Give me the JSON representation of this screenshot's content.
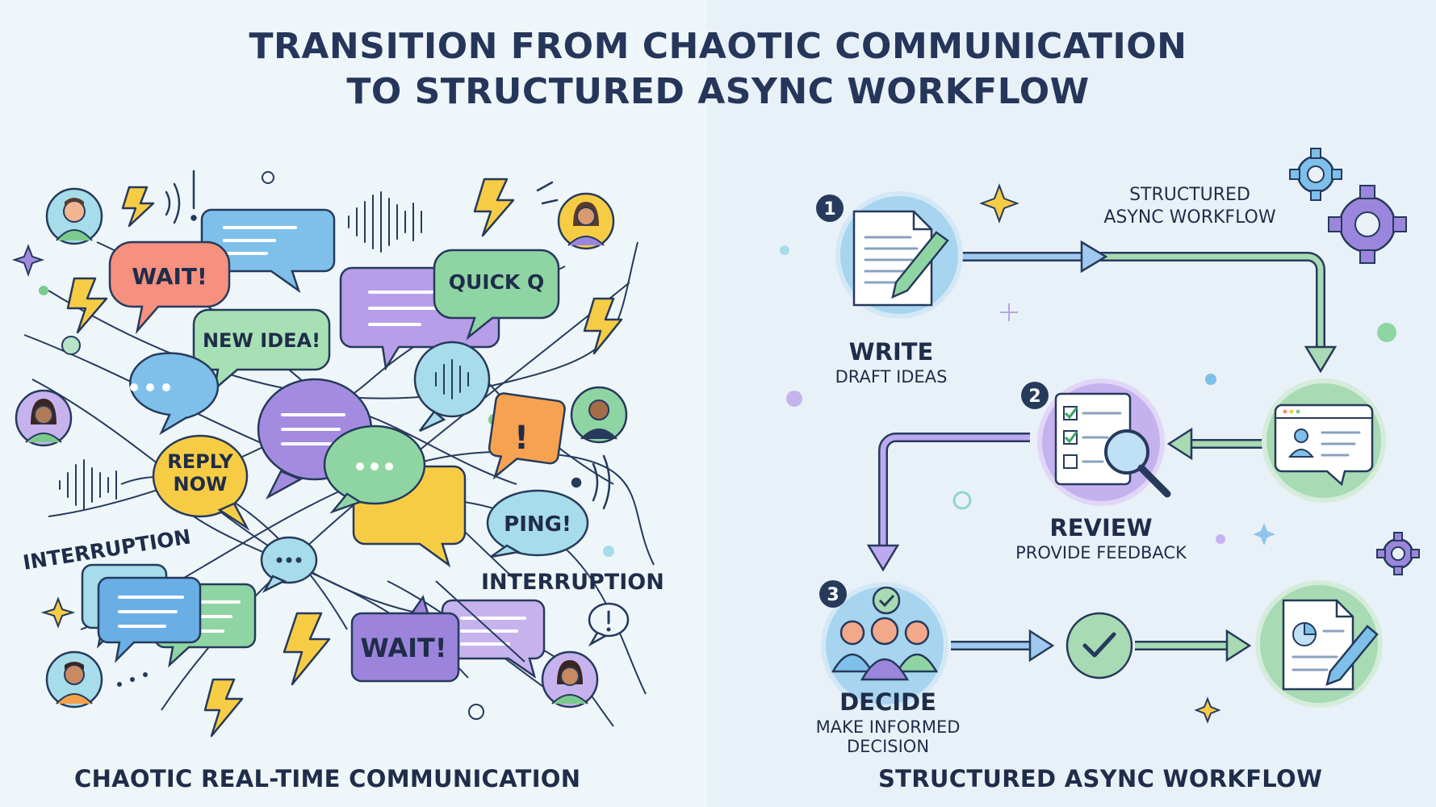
{
  "title": {
    "line1": "TRANSITION FROM CHAOTIC COMMUNICATION",
    "line2": "TO STRUCTURED ASYNC WORKFLOW"
  },
  "left_panel": {
    "caption": "CHAOTIC REAL-TIME COMMUNICATION",
    "bubbles": {
      "wait_1": "WAIT!",
      "quick_q": "QUICK Q",
      "new_idea": "NEW IDEA!",
      "reply_now_1": "REPLY",
      "reply_now_2": "NOW",
      "ping": "PING!",
      "wait_2": "WAIT!",
      "dots": "...",
      "exclaim": "!"
    },
    "labels": {
      "interruption_1": "INTERRUPTION",
      "interruption_2": "INTERRUPTION"
    }
  },
  "right_panel": {
    "caption": "STRUCTURED ASYNC WORKFLOW",
    "workflow_label_1": "STRUCTURED",
    "workflow_label_2": "ASYNC WORKFLOW",
    "steps": [
      {
        "number": "1",
        "title": "WRITE",
        "subtitle": "DRAFT IDEAS",
        "subtitle_2": ""
      },
      {
        "number": "2",
        "title": "REVIEW",
        "subtitle": "PROVIDE FEEDBACK",
        "subtitle_2": ""
      },
      {
        "number": "3",
        "title": "DECIDE",
        "subtitle": "MAKE INFORMED",
        "subtitle_2": "DECISION"
      }
    ]
  },
  "colors": {
    "navy": "#263a5c",
    "blue": "#5aa9e0",
    "green": "#7cc98f",
    "purple": "#9a86dc",
    "yellow": "#f7cc45",
    "orange": "#f4a14a",
    "coral": "#f58c7c",
    "teal": "#a7dcea"
  }
}
